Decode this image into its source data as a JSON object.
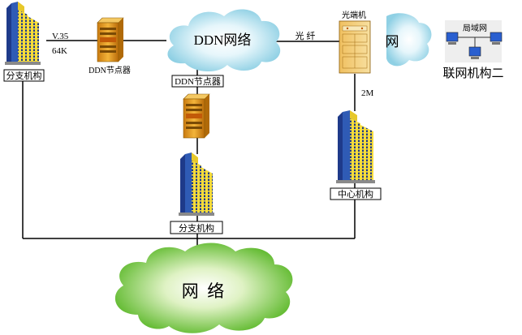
{
  "diagram": {
    "nodes": {
      "branch_left": {
        "label": "分支机构",
        "icon": "office-building-icon"
      },
      "ddn_node_small": {
        "label": "DDN节点器",
        "icon": "ddn-node-server-icon"
      },
      "ddn_cloud": {
        "label": "DDN网络",
        "icon": "cloud-icon"
      },
      "ddn_node_boxed": {
        "label": "DDN节点器",
        "icon": "ddn-node-server-icon"
      },
      "optical_terminal": {
        "label": "光端机",
        "icon": "optical-terminal-icon"
      },
      "partial_cloud": {
        "label": "网",
        "icon": "cloud-icon"
      },
      "lan": {
        "label": "局域网",
        "icon": "lan-computers-icon"
      },
      "partner_two": {
        "label": "联网机构二"
      },
      "branch_bottom": {
        "label": "分支机构",
        "icon": "office-building-icon"
      },
      "center": {
        "label": "中心机构",
        "icon": "office-building-icon"
      },
      "bottom_cloud": {
        "label": "网  络",
        "icon": "cloud-icon"
      }
    },
    "links": {
      "v35_label": "V.35",
      "speed_label": "64K",
      "fiber_label": "光  纤",
      "rate_2m_label": "2M"
    },
    "colors": {
      "building_blue": "#1e3a8a",
      "building_yellow": "#f6dc3a",
      "server_orange": "#e8a020",
      "cloud_blue": "#aeddea",
      "cloud_green": "#7cc832"
    }
  }
}
